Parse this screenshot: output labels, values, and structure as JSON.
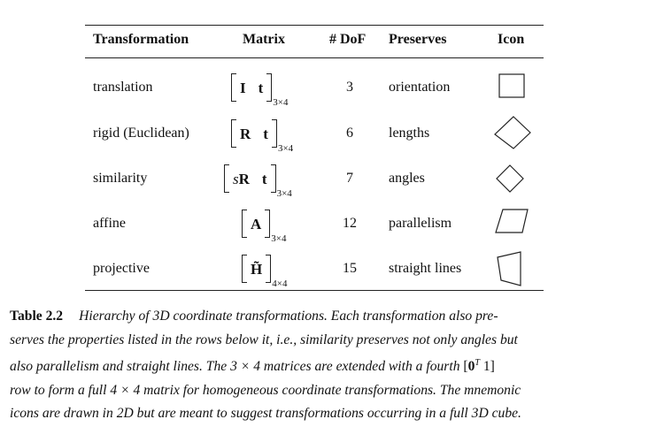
{
  "table": {
    "headers": {
      "transformation": "Transformation",
      "matrix": "Matrix",
      "dof": "# DoF",
      "preserves": "Preserves",
      "icon": "Icon"
    },
    "rows": [
      {
        "transformation": "translation",
        "matrix": {
          "entries": [
            "I",
            "t"
          ],
          "dims": "3×4"
        },
        "dof": "3",
        "preserves": "orientation",
        "icon": "square-icon"
      },
      {
        "transformation": "rigid (Euclidean)",
        "matrix": {
          "entries": [
            "R",
            "t"
          ],
          "dims": "3×4"
        },
        "dof": "6",
        "preserves": "lengths",
        "icon": "rotated-square-icon"
      },
      {
        "transformation": "similarity",
        "matrix": {
          "scale": "s",
          "entries": [
            "R",
            "t"
          ],
          "dims": "3×4"
        },
        "dof": "7",
        "preserves": "angles",
        "icon": "small-rotated-square-icon"
      },
      {
        "transformation": "affine",
        "matrix": {
          "entries": [
            "A"
          ],
          "dims": "3×4"
        },
        "dof": "12",
        "preserves": "parallelism",
        "icon": "parallelogram-icon"
      },
      {
        "transformation": "projective",
        "matrix": {
          "entries": [
            "H̃"
          ],
          "dims": "4×4"
        },
        "dof": "15",
        "preserves": "straight lines",
        "icon": "trapezoid-icon"
      }
    ]
  },
  "caption": {
    "label": "Table 2.2",
    "line1": "Hierarchy of 3D coordinate transformations.  Each transformation also pre-",
    "line2": "serves the properties listed in the rows below it, i.e., similarity preserves not only angles but",
    "line3": "also parallelism and straight lines.  The 3 × 4 matrices are extended with a fourth",
    "line3_math_open": "[",
    "line3_math_zero": "0",
    "line3_math_sup": "T",
    "line3_math_rest": " 1]",
    "line4": "row to form a full 4 × 4 matrix for homogeneous coordinate transformations. The mnemonic",
    "line5": "icons are drawn in 2D but are meant to suggest transformations occurring in a full 3D cube."
  }
}
